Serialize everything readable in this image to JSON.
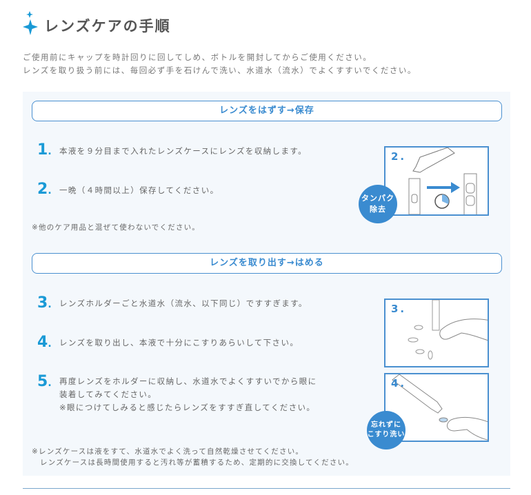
{
  "title": "レンズケアの手順",
  "intro": [
    "ご使用前にキャップを時計回りに回してしめ、ボトルを開封してからご使用ください。",
    "レンズを取り扱う前には、毎回必ず手を石けんで洗い、水道水（流水）でよくすすいでください。"
  ],
  "section1": {
    "header": "レンズをはずす→保存",
    "steps": [
      {
        "num": "1",
        "text": "本液を９分目まで入れたレンズケースにレンズを収納します。"
      },
      {
        "num": "2",
        "text": "一晩（４時間以上）保存してください。"
      }
    ],
    "note": "※他のケア用品と混ぜて使わないでください。",
    "image": {
      "label": "2.",
      "badge": [
        "タンパク",
        "除去"
      ]
    }
  },
  "section2": {
    "header": "レンズを取り出す→はめる",
    "steps": [
      {
        "num": "3",
        "text": "レンズホルダーごと水道水（流水、以下同じ）ですすぎます。"
      },
      {
        "num": "4",
        "text": "レンズを取り出し、本液で十分にこすりあらいして下さい。"
      },
      {
        "num": "5",
        "lines": [
          "再度レンズをホルダーに収納し、水道水でよくすすいでから眼に",
          "装着してみてください。",
          "※眼につけてしみると感じたらレンズをすすぎ直してください。"
        ]
      }
    ],
    "notes": [
      "※レンズケースは液をすて、水道水でよく洗って自然乾燥させてください。",
      "レンズケースは長時間使用すると汚れ等が蓄積するため、定期的に交換してください。"
    ],
    "image3": {
      "label": "3."
    },
    "image4": {
      "label": "4.",
      "badge": [
        "忘れずに",
        "こすり洗い"
      ]
    }
  },
  "colors": {
    "accent": "#3a8bd0",
    "number": "#1a9ad6",
    "panel": "#f4f8fc"
  }
}
